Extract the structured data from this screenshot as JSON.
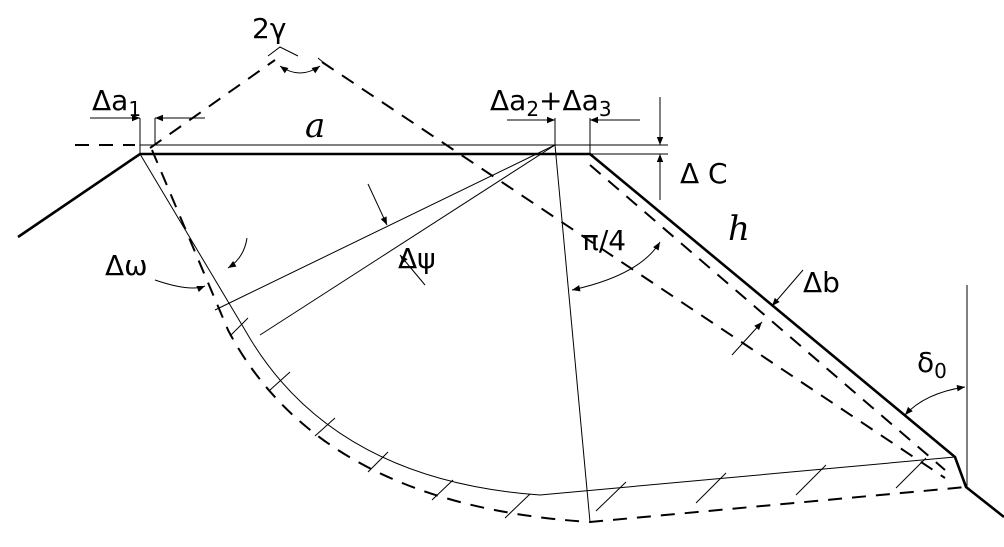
{
  "labels": {
    "two_gamma": "2γ",
    "delta_a1": "Δa",
    "delta_a1_sub": "1",
    "a": "a",
    "delta_a2": "Δa",
    "delta_a2_sub": "2",
    "plus": "+",
    "delta_a3": "Δa",
    "delta_a3_sub": "3",
    "delta_c": "Δ C",
    "h": "h",
    "delta_omega": "Δω",
    "delta_psi": "Δψ",
    "pi_over_4": "π/4",
    "delta_b": "Δb",
    "delta_0": "δ",
    "delta_0_sub": "0"
  }
}
